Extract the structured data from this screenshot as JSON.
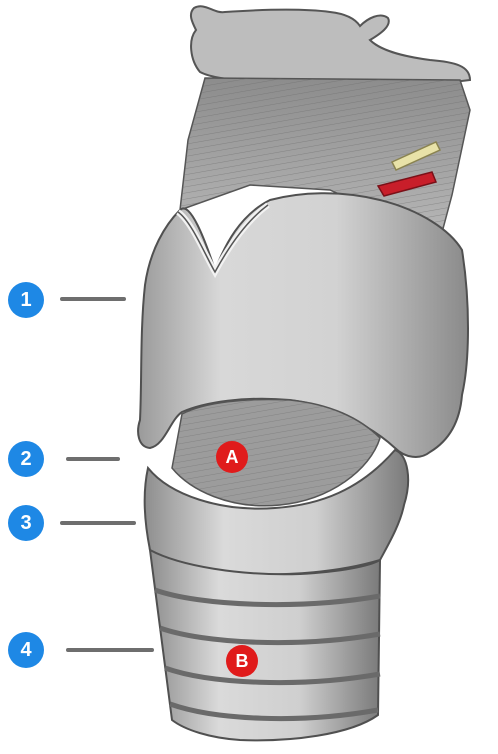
{
  "diagram": {
    "numbered_labels": [
      "1",
      "2",
      "3",
      "4"
    ],
    "lettered_labels": [
      "A",
      "B"
    ],
    "colors": {
      "number_badge": "#1e88e5",
      "letter_badge": "#e01b1b",
      "leader_line": "#6e6e6e",
      "cartilage_fill": "#cfcfcf",
      "vessel_red": "#c81e2a",
      "nerve_yellow": "#e8e2a8"
    }
  }
}
